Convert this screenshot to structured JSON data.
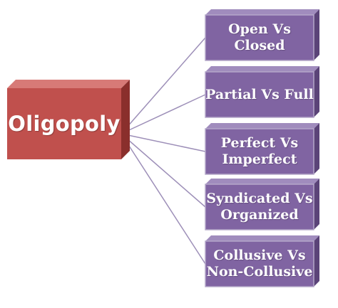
{
  "root": {
    "label": "Oligopoly",
    "color": "#c0504d"
  },
  "branches": [
    {
      "label": "Open Vs\nClosed"
    },
    {
      "label": "Partial Vs Full"
    },
    {
      "label": "Perfect Vs\nImperfect"
    },
    {
      "label": "Syndicated Vs\nOrganized"
    },
    {
      "label": "Collusive Vs\nNon-Collusive"
    }
  ],
  "colors": {
    "branch_fill": "#8064a2",
    "branch_border": "#b4a7c9",
    "connector": "#9d8fb8"
  }
}
